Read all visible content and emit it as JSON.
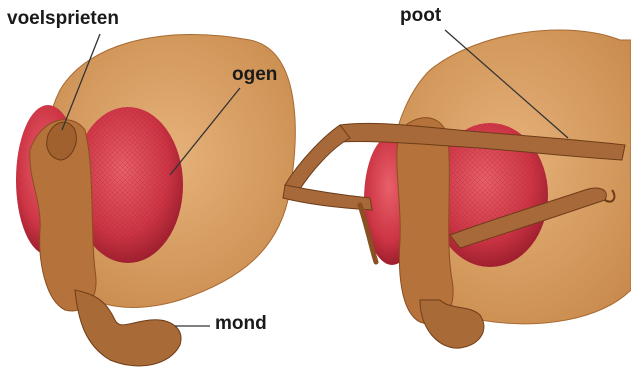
{
  "labels": {
    "antennae": "voelsprieten",
    "eyes": "ogen",
    "leg": "poot",
    "mouth": "mond"
  },
  "colors": {
    "head": "#d9a066",
    "head_shade": "#b8753a",
    "eye": "#d8424e",
    "eye_dark": "#9e1f2e",
    "appendage": "#a8693a",
    "leader_line": "#333333"
  }
}
